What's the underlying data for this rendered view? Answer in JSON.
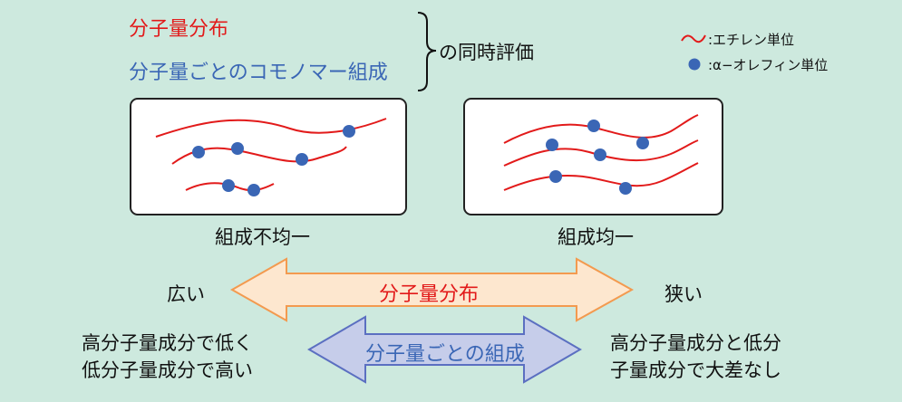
{
  "header": {
    "line1": "分子量分布",
    "line2": "分子量ごとのコモノマー組成",
    "bracket_text": "の同時評価"
  },
  "legend": {
    "ethylene_label": ":エチレン単位",
    "alpha_olefin_label": ":α−オレフィン単位"
  },
  "panels": {
    "left_caption": "組成不均一",
    "right_caption": "組成均一"
  },
  "arrows": {
    "mwd_label": "分子量分布",
    "left_end": "広い",
    "right_end": "狭い",
    "composition_label": "分子量ごとの組成",
    "left_note_line1": "高分子量成分で低く",
    "left_note_line2": "低分子量成分で高い",
    "right_note_line1": "高分子量成分と低分",
    "right_note_line2": "子量成分で大差なし"
  },
  "colors": {
    "background": "#cde9de",
    "chain_red": "#e21a1a",
    "comonomer_blue": "#3a66b5",
    "orange_arrow_fill": "#fde7cf",
    "orange_arrow_stroke": "#f39a4f",
    "blue_arrow_fill": "#c6cdea",
    "blue_arrow_stroke": "#5b6fc1"
  }
}
